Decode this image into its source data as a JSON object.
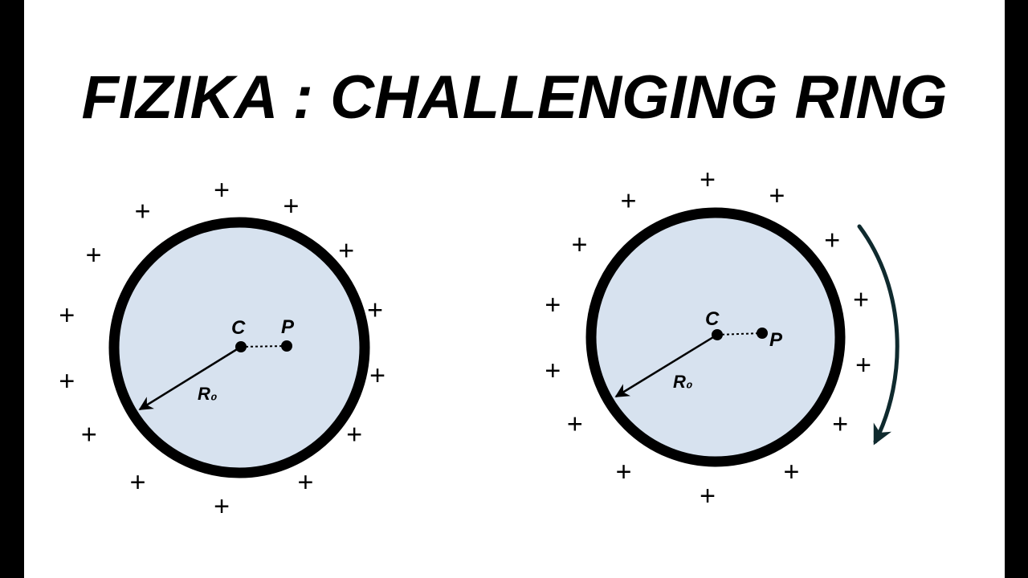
{
  "title": "FIZIKA : CHALLENGING RING",
  "colors": {
    "ring_fill": "#d7e2ef",
    "ring_stroke": "#000000",
    "rotation_arrow": "#0f2a2e",
    "side_bars": "#000000"
  },
  "left_ring": {
    "center_label": "C",
    "point_label": "P",
    "radius_label": "R₀",
    "charge_symbol": "+",
    "rotating": false
  },
  "right_ring": {
    "center_label": "C",
    "point_label": "P",
    "radius_label": "R₀",
    "charge_symbol": "+",
    "rotating": true,
    "rotation_direction": "clockwise"
  }
}
